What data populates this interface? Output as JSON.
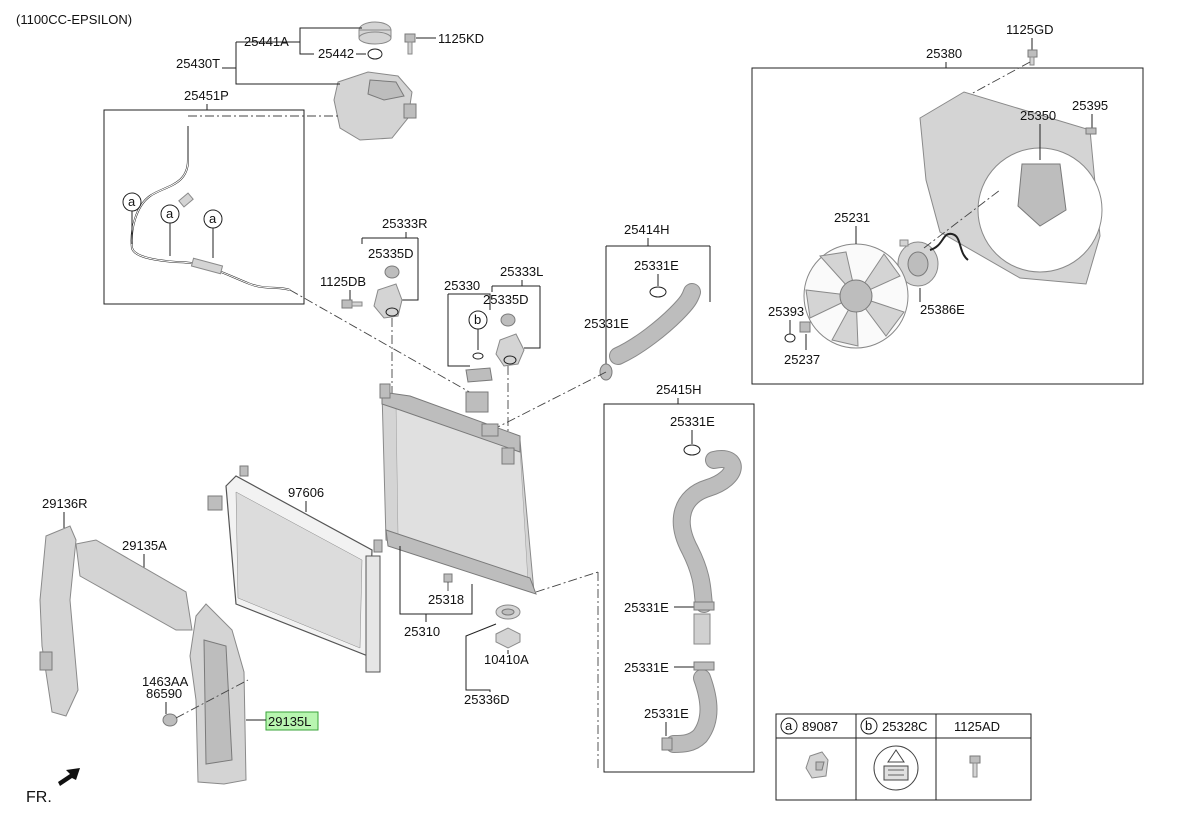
{
  "header": {
    "engine": "(1100CC-EPSILON)"
  },
  "labels": {
    "p25441A": "25441A",
    "p25442": "25442",
    "p1125KD": "1125KD",
    "p25430T": "25430T",
    "p25451P": "25451P",
    "a1": "a",
    "a2": "a",
    "a3": "a",
    "p25333R": "25333R",
    "p25335D_1": "25335D",
    "p1125DB": "1125DB",
    "p25330": "25330",
    "b1": "b",
    "p25333L": "25333L",
    "p25335D_2": "25335D",
    "p25414H": "25414H",
    "p25331E_1": "25331E",
    "p25331E_2": "25331E",
    "p1125GD": "1125GD",
    "p25380": "25380",
    "p25350": "25350",
    "p25395": "25395",
    "p25231": "25231",
    "p25393": "25393",
    "p25386E": "25386E",
    "p25237": "25237",
    "p25415H": "25415H",
    "p25331E_3": "25331E",
    "p25331E_4": "25331E",
    "p25331E_5": "25331E",
    "p25331E_6": "25331E",
    "p29136R": "29136R",
    "p29135A": "29135A",
    "p97606": "97606",
    "p25318": "25318",
    "p25310": "25310",
    "p10410A": "10410A",
    "p25336D": "25336D",
    "p1463AA": "1463AA",
    "p86590": "86590",
    "p29135L": "29135L",
    "fr": "FR."
  },
  "legend": {
    "a_letter": "a",
    "a_part": "89087",
    "b_letter": "b",
    "b_part": "25328C",
    "c_part": "1125AD"
  }
}
